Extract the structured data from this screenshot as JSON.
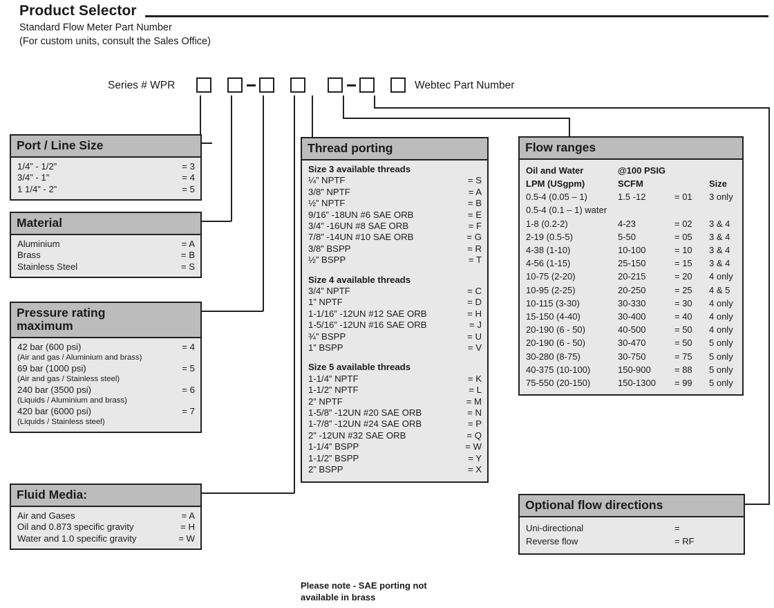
{
  "header": {
    "title": "Product Selector",
    "subtitle1": "Standard Flow Meter Part Number",
    "subtitle2": "(For custom units, consult the Sales Office)"
  },
  "part_number": {
    "series_label": "Series #  WPR",
    "trailing_label": "Webtec Part Number",
    "boxes": [
      "",
      "",
      "",
      "",
      "",
      "",
      ""
    ],
    "separators": [
      "-",
      "-"
    ]
  },
  "port_line_size": {
    "title": "Port / Line Size",
    "rows": [
      {
        "label": "1/4” - 1/2”",
        "code": "= 3"
      },
      {
        "label": "3/4” - 1”",
        "code": "= 4"
      },
      {
        "label": "1 1/4” - 2”",
        "code": "= 5"
      }
    ]
  },
  "material": {
    "title": "Material",
    "rows": [
      {
        "label": "Aluminium",
        "code": "= A"
      },
      {
        "label": "Brass",
        "code": "= B"
      },
      {
        "label": "Stainless Steel",
        "code": "= S"
      }
    ]
  },
  "pressure_rating": {
    "title": "Pressure rating maximum",
    "title_line1": "Pressure rating",
    "title_line2": "maximum",
    "rows": [
      {
        "label": "42 bar (600 psi)",
        "code": "= 4",
        "note": "(Air and gas / Aluminium and brass)"
      },
      {
        "label": "69 bar (1000 psi)",
        "code": "= 5",
        "note": "(Air and gas / Stainless steel)"
      },
      {
        "label": "240 bar (3500 psi)",
        "code": "= 6",
        "note": "(Liquids / Aluminium and brass)"
      },
      {
        "label": "420 bar (6000 psi)",
        "code": "= 7",
        "note": "(Liquids / Stainless steel)"
      }
    ]
  },
  "fluid_media": {
    "title": "Fluid Media:",
    "rows": [
      {
        "label": "Air and Gases",
        "code": "= A"
      },
      {
        "label": "Oil and 0.873 specific gravity",
        "code": "= H"
      },
      {
        "label": "Water and 1.0 specific gravity",
        "code": "= W"
      }
    ]
  },
  "thread_porting": {
    "title": "Thread porting",
    "groups": [
      {
        "heading": "Size 3 available threads",
        "rows": [
          {
            "label": "¼” NPTF",
            "code": "= S"
          },
          {
            "label": "3/8” NPTF",
            "code": "= A"
          },
          {
            "label": "½” NPTF",
            "code": "= B"
          },
          {
            "label": "9/16” -18UN #6 SAE ORB",
            "code": "= E"
          },
          {
            "label": "3/4” -16UN #8 SAE ORB",
            "code": "= F"
          },
          {
            "label": "7/8” -14UN #10 SAE ORB",
            "code": "= G"
          },
          {
            "label": "3/8” BSPP",
            "code": "= R"
          },
          {
            "label": "½” BSPP",
            "code": "= T"
          }
        ]
      },
      {
        "heading": "Size 4 available threads",
        "rows": [
          {
            "label": "3/4” NPTF",
            "code": "= C"
          },
          {
            "label": "1” NPTF",
            "code": "= D"
          },
          {
            "label": "1-1/16” -12UN #12 SAE ORB",
            "code": "= H"
          },
          {
            "label": "1-5/16” -12UN #16 SAE ORB",
            "code": "= J"
          },
          {
            "label": "¾” BSPP",
            "code": "= U"
          },
          {
            "label": "1” BSPP",
            "code": "= V"
          }
        ]
      },
      {
        "heading": "Size 5 available threads",
        "rows": [
          {
            "label": "1-1/4” NPTF",
            "code": "= K"
          },
          {
            "label": "1-1/2” NPTF",
            "code": "= L"
          },
          {
            "label": "2” NPTF",
            "code": "= M"
          },
          {
            "label": "1-5/8” -12UN #20 SAE ORB",
            "code": "= N"
          },
          {
            "label": "1-7/8” -12UN #24 SAE ORB",
            "code": "= P"
          },
          {
            "label": "2” -12UN #32 SAE ORB",
            "code": "= Q"
          },
          {
            "label": "1-1/4” BSPP",
            "code": "= W"
          },
          {
            "label": "1-1/2” BSPP",
            "code": "= Y"
          },
          {
            "label": "2” BSPP",
            "code": "= X"
          }
        ]
      }
    ],
    "note_line1": "Please note - SAE porting not",
    "note_line2": "available in brass"
  },
  "flow_ranges": {
    "title": "Flow ranges",
    "head1": {
      "c1": "Oil and Water",
      "c2": "@100 PSIG",
      "c3": "",
      "c4": ""
    },
    "head2": {
      "c1": "LPM (USgpm)",
      "c2": "SCFM",
      "c3": "",
      "c4": "Size"
    },
    "rows": [
      {
        "c1": "0.5-4 (0.05 – 1)",
        "c2": "1.5 -12",
        "c3": "= 01",
        "c4": "3 only"
      },
      {
        "c1": "0.5-4 (0.1 – 1) water",
        "c2": "",
        "c3": "",
        "c4": ""
      },
      {
        "c1": "1-8 (0.2-2)",
        "c2": "4-23",
        "c3": "= 02",
        "c4": "3 & 4"
      },
      {
        "c1": "2-19 (0.5-5)",
        "c2": "5-50",
        "c3": "= 05",
        "c4": "3 & 4"
      },
      {
        "c1": "4-38 (1-10)",
        "c2": "10-100",
        "c3": "= 10",
        "c4": "3 & 4"
      },
      {
        "c1": "4-56 (1-15)",
        "c2": "25-150",
        "c3": "= 15",
        "c4": "3 & 4"
      },
      {
        "c1": "10-75 (2-20)",
        "c2": "20-215",
        "c3": "= 20",
        "c4": "4 only"
      },
      {
        "c1": "10-95 (2-25)",
        "c2": "20-250",
        "c3": "= 25",
        "c4": "4 & 5"
      },
      {
        "c1": "10-115 (3-30)",
        "c2": "30-330",
        "c3": "= 30",
        "c4": "4 only"
      },
      {
        "c1": "15-150 (4-40)",
        "c2": "30-400",
        "c3": "= 40",
        "c4": "4 only"
      },
      {
        "c1": "20-190 (6 - 50)",
        "c2": "40-500",
        "c3": "= 50",
        "c4": "4 only"
      },
      {
        "c1": "20-190 (6 - 50)",
        "c2": "30-470",
        "c3": "= 50",
        "c4": "5 only"
      },
      {
        "c1": "30-280 (8-75)",
        "c2": "30-750",
        "c3": "= 75",
        "c4": "5 only"
      },
      {
        "c1": "40-375 (10-100)",
        "c2": "150-900",
        "c3": "= 88",
        "c4": "5 only"
      },
      {
        "c1": "75-550 (20-150)",
        "c2": "150-1300",
        "c3": "= 99",
        "c4": "5 only"
      }
    ]
  },
  "optional_flow_directions": {
    "title": "Optional flow directions",
    "rows": [
      {
        "label": "Uni-directional",
        "code": "="
      },
      {
        "label": "Reverse flow",
        "code": "= RF"
      }
    ]
  },
  "colors": {
    "header_fill": "#bcbcbc",
    "body_fill": "#e8e8e8",
    "line": "#231f20",
    "page": "#ffffff"
  }
}
